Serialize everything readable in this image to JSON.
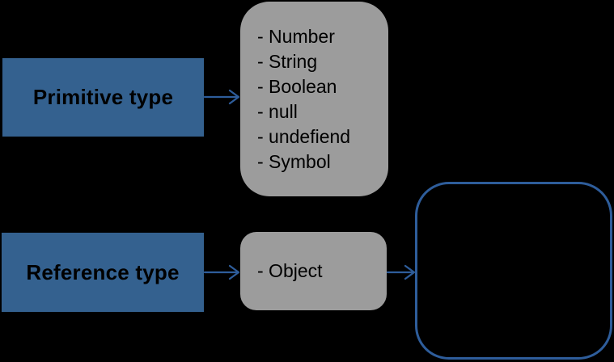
{
  "diagram": {
    "background": "#000000",
    "colors": {
      "node-blue": "#34618F",
      "node-gray": "#9C9C9C",
      "line-blue": "#2E5D9B",
      "text": "#000000"
    },
    "primitive": {
      "label": "Primitive type",
      "items": [
        "- Number",
        "- String",
        "- Boolean",
        "- null",
        "- undefiend",
        "- Symbol"
      ]
    },
    "reference": {
      "label": "Reference type",
      "items": [
        "- Object"
      ]
    }
  }
}
